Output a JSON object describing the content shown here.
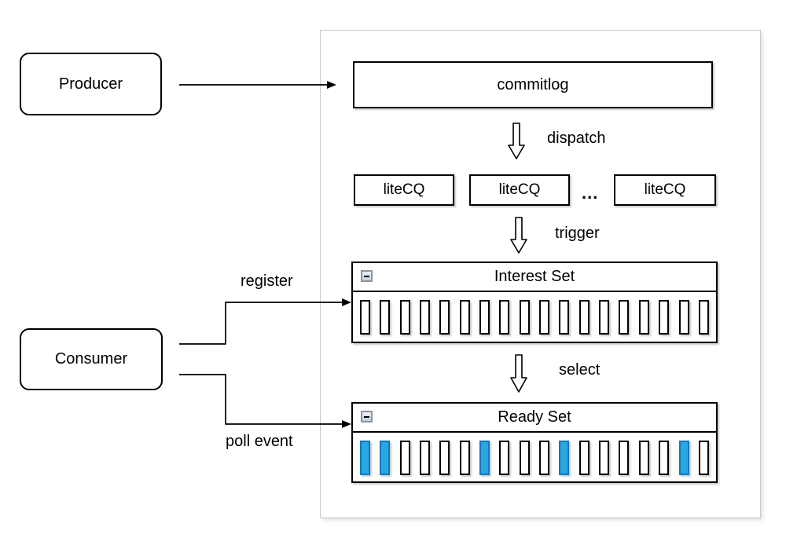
{
  "diagram": {
    "nodes": {
      "producer": {
        "label": "Producer"
      },
      "consumer": {
        "label": "Consumer"
      },
      "commitlog": {
        "label": "commitlog"
      },
      "litecq_1": {
        "label": "liteCQ"
      },
      "litecq_2": {
        "label": "liteCQ"
      },
      "litecq_3": {
        "label": "liteCQ"
      },
      "litecq_ellipsis": "...",
      "interest_set": {
        "title": "Interest Set",
        "collapse_icon": "minus-icon",
        "slots": [
          0,
          0,
          0,
          0,
          0,
          0,
          0,
          0,
          0,
          0,
          0,
          0,
          0,
          0,
          0,
          0,
          0,
          0
        ]
      },
      "ready_set": {
        "title": "Ready Set",
        "collapse_icon": "minus-icon",
        "slots": [
          1,
          1,
          0,
          0,
          0,
          0,
          1,
          0,
          0,
          0,
          1,
          0,
          0,
          0,
          0,
          0,
          1,
          0
        ]
      }
    },
    "edges": {
      "dispatch": {
        "label": "dispatch"
      },
      "trigger": {
        "label": "trigger"
      },
      "select": {
        "label": "select"
      },
      "register": {
        "label": "register"
      },
      "poll_event": {
        "label": "poll event"
      }
    },
    "colors": {
      "slot_active_fill": "#29A7E0",
      "slot_active_border": "#1377BE",
      "slot_fill": "#FFFFFF",
      "slot_border": "#000000",
      "panel_border": "#C9C9C9",
      "line": "#000000"
    }
  }
}
